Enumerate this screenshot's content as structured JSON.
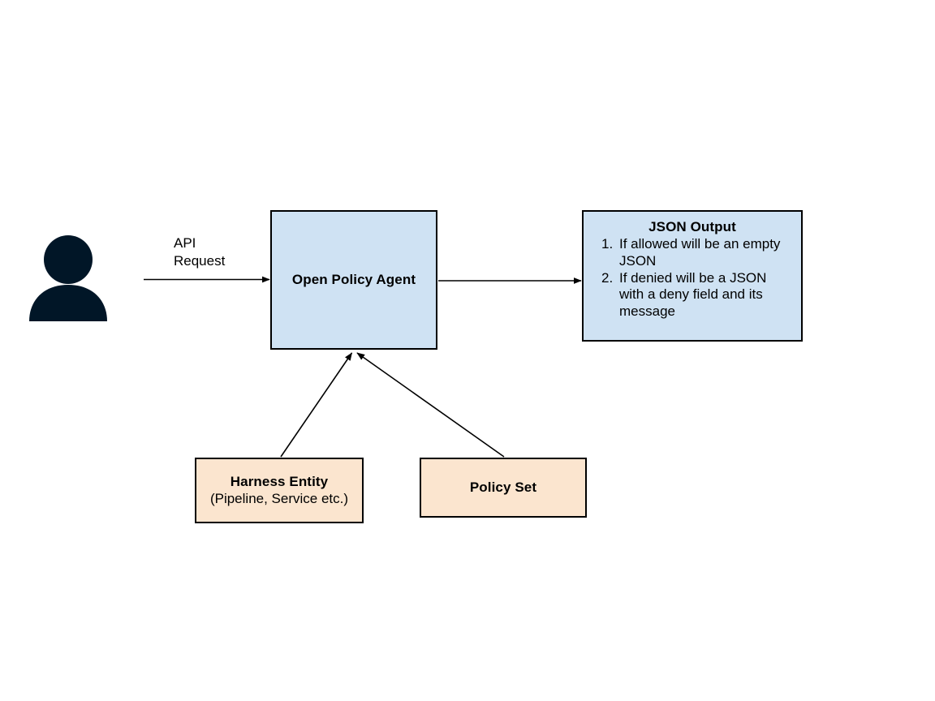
{
  "diagram": {
    "type": "flow-diagram",
    "background_color": "#ffffff",
    "palette": {
      "process_fill": "#cfe2f3",
      "data_fill": "#fbe5cf",
      "stroke": "#000000",
      "actor_fill": "#011627"
    },
    "actor": {
      "name": "user",
      "icon": "person-icon"
    },
    "nodes": {
      "opa": {
        "title": "Open Policy Agent"
      },
      "json_output": {
        "title": "JSON Output",
        "items": [
          {
            "number": "1.",
            "text": "If allowed will be an empty JSON"
          },
          {
            "number": "2.",
            "text": "If denied will be a JSON with a deny field and its message"
          }
        ]
      },
      "harness_entity": {
        "title": "Harness Entity",
        "subtitle": "(Pipeline, Service etc.)"
      },
      "policy_set": {
        "title": "Policy Set"
      }
    },
    "edges": [
      {
        "id": "user-to-opa",
        "from": "user",
        "to": "opa",
        "label": "API\nRequest"
      },
      {
        "id": "opa-to-json",
        "from": "opa",
        "to": "json_output",
        "label": ""
      },
      {
        "id": "harness-to-opa",
        "from": "harness_entity",
        "to": "opa",
        "label": ""
      },
      {
        "id": "policyset-to-opa",
        "from": "policy_set",
        "to": "opa",
        "label": ""
      }
    ]
  }
}
